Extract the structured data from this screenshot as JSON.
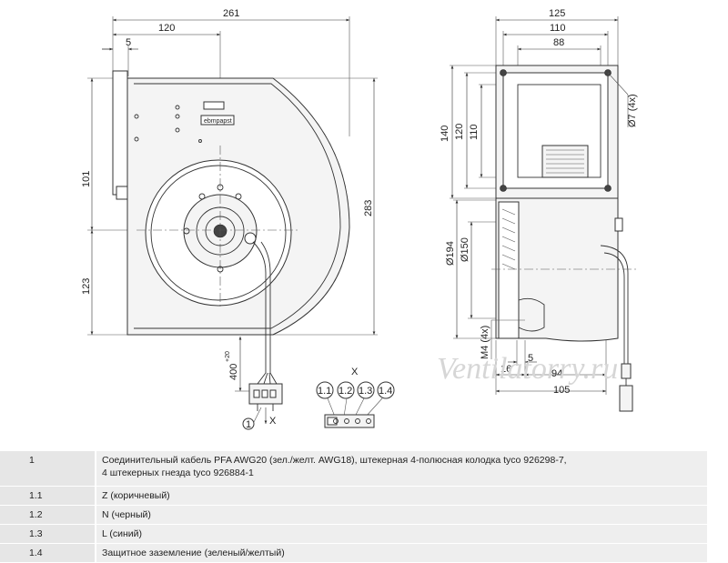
{
  "dims": {
    "front": {
      "width": "261",
      "hub": "120",
      "edge": "5",
      "left_upper": "101",
      "left_lower": "123",
      "height": "283",
      "cable": "400",
      "cable_sup": "+20"
    },
    "side": {
      "w125": "125",
      "w110": "110",
      "w88": "88",
      "h140": "140",
      "h120": "120",
      "h110": "110",
      "hole": "Ø7 (4x)",
      "d194": "Ø194",
      "d150": "Ø150",
      "thread": "M4 (4x)",
      "b5": "5",
      "b16": "16",
      "b94": "94",
      "b105": "105"
    },
    "connector": {
      "view_label": "X",
      "callout": "1",
      "arrow_label": "X",
      "pins": [
        "1.1",
        "1.2",
        "1.3",
        "1.4"
      ]
    }
  },
  "nameplate": "ebmpapst",
  "watermark": "Ventilatorry.ru",
  "legend": [
    {
      "key": "1",
      "lines": [
        "Соединительный кабель PFA AWG20 (зел./желт. AWG18), штекерная 4-полюсная колодка tyco 926298-7,",
        "4 штекерных гнезда tyco 926884-1"
      ]
    },
    {
      "key": "1.1",
      "lines": [
        "Z (коричневый)"
      ]
    },
    {
      "key": "1.2",
      "lines": [
        "N (черный)"
      ]
    },
    {
      "key": "1.3",
      "lines": [
        "L (синий)"
      ]
    },
    {
      "key": "1.4",
      "lines": [
        "Защитное заземление (зеленый/желтый)"
      ]
    }
  ]
}
